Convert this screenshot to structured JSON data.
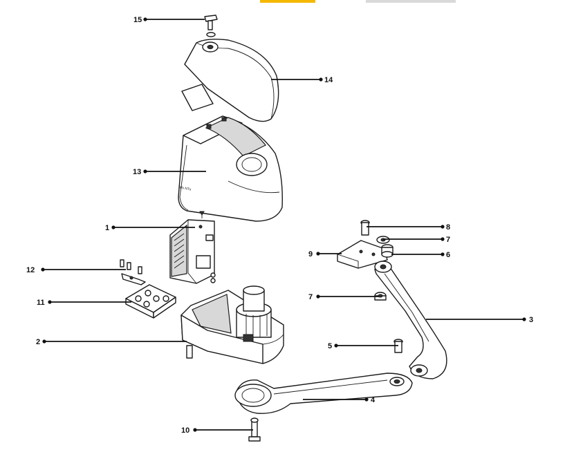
{
  "top_tabs": {
    "accent_color": "#f5b800",
    "inactive_color": "#d9d9d9"
  },
  "callouts": {
    "c1": "1",
    "c2": "2",
    "c3": "3",
    "c4": "4",
    "c5": "5",
    "c6": "6",
    "c7a": "7",
    "c7b": "7",
    "c8": "8",
    "c9": "9",
    "c10": "10",
    "c11": "11",
    "c12": "12",
    "c13": "13",
    "c14": "14",
    "c15": "15"
  }
}
